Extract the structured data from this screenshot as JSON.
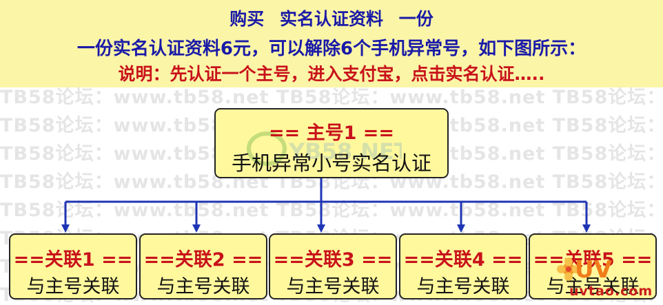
{
  "header": {
    "title": "购买   实名认证资料   一份",
    "subtitle": "一份实名认证资料6元，可以解除6个手机异常号，如下图所示：",
    "note": "说明：先认证一个主号，进入支付宝，点击实名认证….."
  },
  "main_node": {
    "line1": "== 主号1 ==",
    "line2": "手机异常小号实名认证"
  },
  "children": [
    {
      "line1": "==关联1 ==",
      "line2": "与主号关联"
    },
    {
      "line1": "==关联2 ==",
      "line2": "与主号关联"
    },
    {
      "line1": "==关联3 ==",
      "line2": "与主号关联"
    },
    {
      "line1": "==关联4 ==",
      "line2": "与主号关联"
    },
    {
      "line1": "==关联5 ==",
      "line2": "与主号关联"
    }
  ],
  "watermark": {
    "text": "TB58论坛：www.tb58.net   TB58论坛：www.tb58.net   TB58论坛：www.tb58.net"
  },
  "center_logo": {
    "text": "YB58.NET"
  },
  "corner_logo": {
    "word": "UV",
    "site": "uvtao.com"
  },
  "colors": {
    "header_bg": "#fbf5a7",
    "node_bg": "#fff89d",
    "title_blue": "#1a1aa8",
    "red": "#c8121b",
    "connector": "#1f35b5"
  }
}
